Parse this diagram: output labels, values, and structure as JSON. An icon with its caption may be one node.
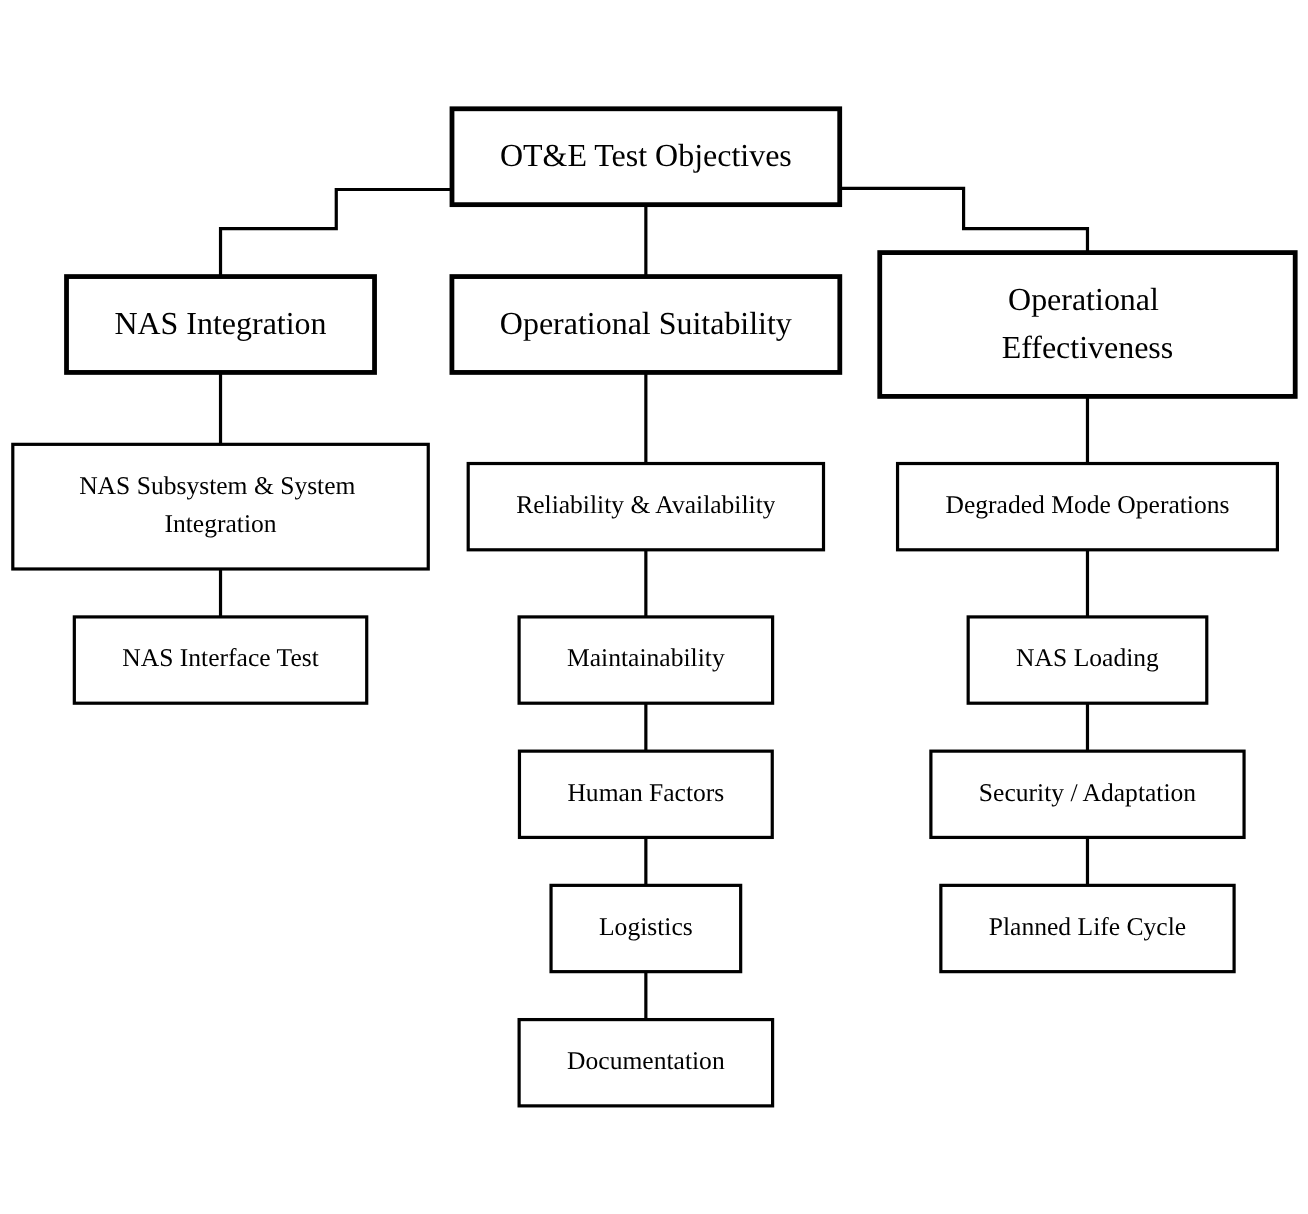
{
  "diagram": {
    "nodes": [
      {
        "text": [
          "OT&E Test Objectives"
        ]
      },
      {
        "text": [
          "NAS Integration"
        ]
      },
      {
        "text": [
          "Operational Suitability"
        ]
      },
      {
        "text": [
          "Operational Effectiveness"
        ]
      },
      {
        "text": [
          "NAS Subsystem & System Integration"
        ]
      },
      {
        "text": [
          "NAS Interface Test"
        ]
      },
      {
        "text": [
          "Reliability & Availability"
        ]
      },
      {
        "text": [
          "Maintainability"
        ]
      },
      {
        "text": [
          "Human Factors"
        ]
      },
      {
        "text": [
          "Logistics"
        ]
      },
      {
        "text": [
          "Documentation"
        ]
      },
      {
        "text": [
          "Degraded Mode Operations"
        ]
      },
      {
        "text": [
          "NAS Loading"
        ]
      },
      {
        "text": [
          "Security / Adaptation"
        ]
      },
      {
        "text": [
          "Planned Life Cycle"
        ]
      }
    ],
    "edges": [
      {
        "from": 0,
        "to": 1,
        "arrow": "none"
      },
      {
        "from": 0,
        "to": 2,
        "arrow": "none"
      },
      {
        "from": 0,
        "to": 3,
        "arrow": "none"
      },
      {
        "from": 1,
        "to": 4,
        "arrow": "none"
      },
      {
        "from": 4,
        "to": 5,
        "arrow": "none"
      },
      {
        "from": 2,
        "to": 6,
        "arrow": "none"
      },
      {
        "from": 6,
        "to": 7,
        "arrow": "none"
      },
      {
        "from": 7,
        "to": 8,
        "arrow": "none"
      },
      {
        "from": 8,
        "to": 9,
        "arrow": "none"
      },
      {
        "from": 9,
        "to": 10,
        "arrow": "none"
      },
      {
        "from": 3,
        "to": 11,
        "arrow": "none"
      },
      {
        "from": 11,
        "to": 12,
        "arrow": "none"
      },
      {
        "from": 12,
        "to": 13,
        "arrow": "none"
      },
      {
        "from": 13,
        "to": 14,
        "arrow": "none"
      }
    ]
  }
}
